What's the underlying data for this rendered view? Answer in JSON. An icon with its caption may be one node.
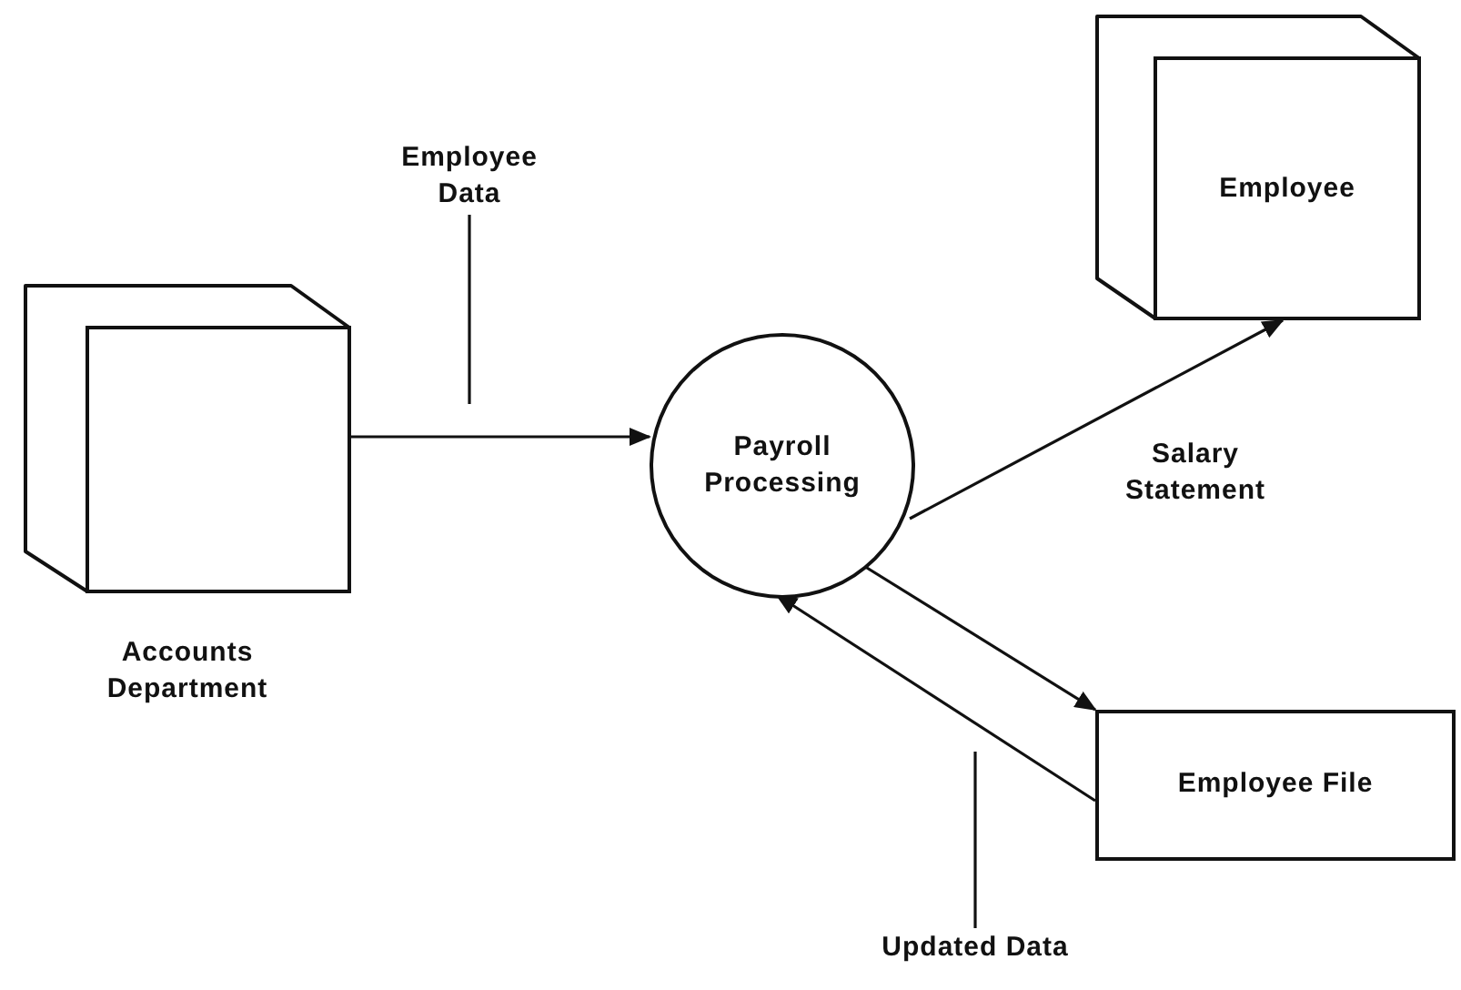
{
  "diagram": {
    "nodes": [
      {
        "text": [
          "Accounts Department"
        ]
      },
      {
        "text": [
          "Payroll Processing"
        ]
      },
      {
        "text": [
          "Employee"
        ]
      },
      {
        "text": [
          "Employee File"
        ]
      },
      {
        "text": [
          "Employee Data"
        ]
      },
      {
        "text": [
          "Updated Data"
        ]
      }
    ],
    "edges": [
      {
        "from": 0,
        "to": 1,
        "arrow": "to"
      },
      {
        "from": 1,
        "to": 2,
        "arrow": "to",
        "label": "Salary Statement"
      },
      {
        "from": 1,
        "to": 3,
        "arrow": "to"
      },
      {
        "from": 3,
        "to": 1,
        "arrow": "to"
      },
      {
        "from": 4,
        "to": null,
        "arrow": "none"
      },
      {
        "from": 5,
        "to": null,
        "arrow": "none"
      }
    ]
  }
}
